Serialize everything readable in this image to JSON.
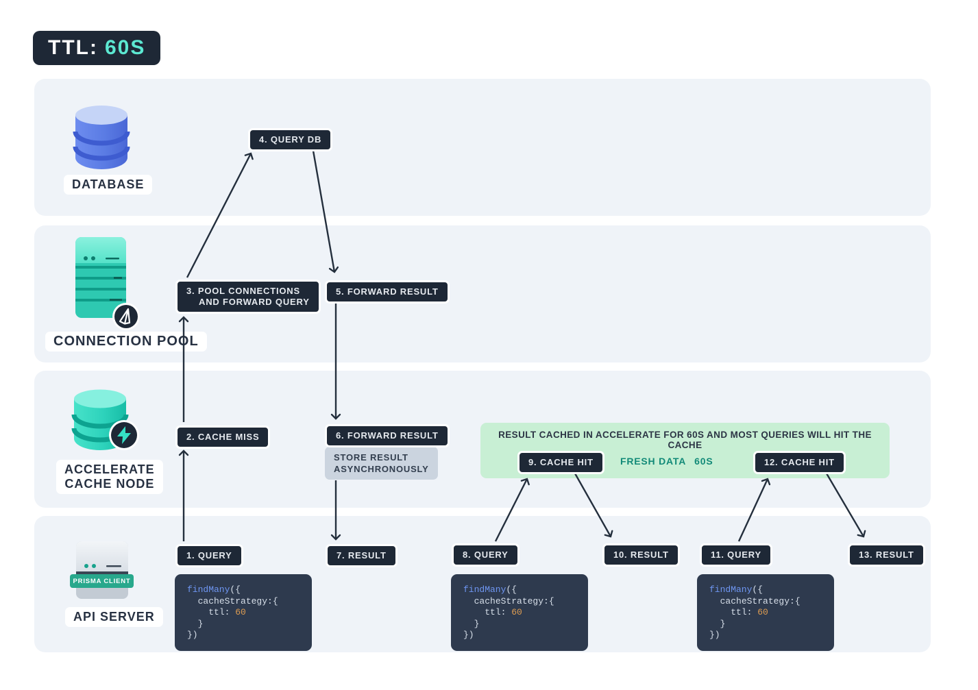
{
  "ttl_badge": {
    "label": "TTL:",
    "value": "60S"
  },
  "lanes": [
    {
      "id": "database",
      "label": "DATABASE"
    },
    {
      "id": "connection-pool",
      "label": "CONNECTION POOL"
    },
    {
      "id": "accelerate-cache-node",
      "label1": "ACCELERATE",
      "label2": "CACHE NODE"
    },
    {
      "id": "api-server",
      "label": "API SERVER",
      "client_badge": "PRISMA CLIENT"
    }
  ],
  "steps": {
    "s1": "1. QUERY",
    "s2": "2. CACHE MISS",
    "s3a": "3. POOL CONNECTIONS",
    "s3b": "AND FORWARD QUERY",
    "s4": "4. QUERY DB",
    "s5": "5. FORWARD RESULT",
    "s6": "6. FORWARD RESULT",
    "s7": "7. RESULT",
    "s8": "8. QUERY",
    "s9": "9. CACHE HIT",
    "s10": "10. RESULT",
    "s11": "11. QUERY",
    "s12": "12. CACHE HIT",
    "s13": "13. RESULT"
  },
  "notes": {
    "store1": "STORE RESULT",
    "store2": "ASYNCHRONOUSLY"
  },
  "banner": {
    "title": "RESULT CACHED IN ACCELERATE FOR 60S AND MOST QUERIES WILL HIT THE CACHE",
    "fresh_label": "FRESH DATA",
    "fresh_value": "60S"
  },
  "code": {
    "fn": "findMany",
    "open": "({",
    "line2": "cacheStrategy:{",
    "ttl_key": "ttl:",
    "ttl_val": "60",
    "close_inner": "}",
    "close_outer": "})"
  },
  "colors": {
    "dark_navy": "#1e2836",
    "band_bg": "#eff3f8",
    "ttl_teal": "#5ce8d2",
    "banner_green": "#c8efd4",
    "fresh_teal": "#128a78",
    "store_gray": "#cbd4df",
    "code_bg": "#2e3a4e",
    "code_blue": "#6f96f2",
    "code_orange": "#dd9c52",
    "arrow": "#242f3d",
    "db_blue": "#5b7ce4",
    "cache_teal": "#2ed3bc",
    "prisma_client_green": "#28a88c"
  }
}
